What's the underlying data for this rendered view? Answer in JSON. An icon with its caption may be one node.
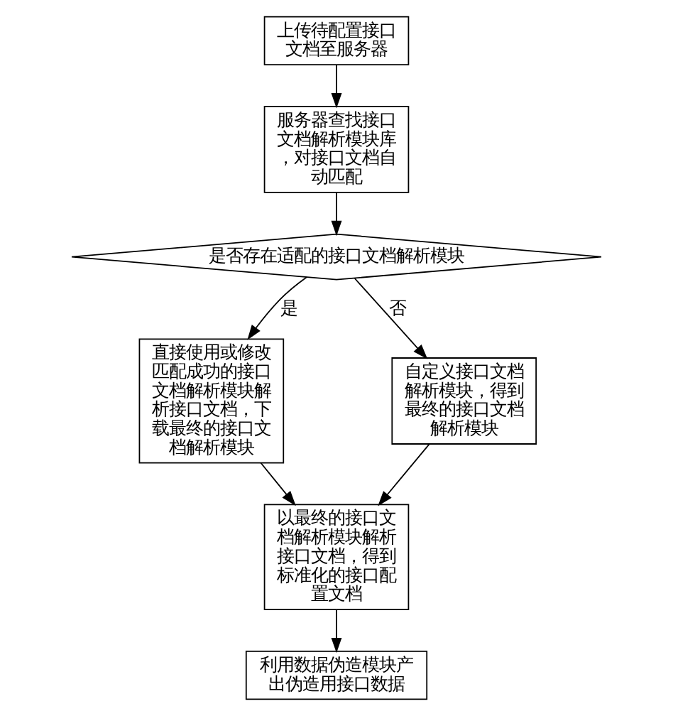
{
  "diagram": {
    "nodes": [
      {
        "text": [
          "上传待配置接口文档至服务器"
        ]
      },
      {
        "text": [
          "服务器查找接口文档解析模块库，对接口文档自动匹配"
        ]
      },
      {
        "text": [
          "是否存在适配的接口文档解析模块"
        ]
      },
      {
        "text": [
          "直接使用或修改匹配成功的接口文档解析模块解析接口文档，下载最终的接口文档解析模块"
        ]
      },
      {
        "text": [
          "自定义接口文档解析模块，得到最终的接口文档解析模块"
        ]
      },
      {
        "text": [
          "以最终的接口文档解析模块解析接口文档，得到标准化的接口配置文档"
        ]
      },
      {
        "text": [
          "利用数据伪造模块产出伪造用接口数据"
        ]
      }
    ],
    "edges": [
      {
        "from": 0,
        "to": 1,
        "arrow": "to"
      },
      {
        "from": 1,
        "to": 2,
        "arrow": "to"
      },
      {
        "from": 2,
        "to": 3,
        "arrow": "to",
        "label": "是"
      },
      {
        "from": 2,
        "to": 4,
        "arrow": "to",
        "label": "否"
      },
      {
        "from": 3,
        "to": 5,
        "arrow": "to"
      },
      {
        "from": 4,
        "to": 5,
        "arrow": "to"
      },
      {
        "from": 5,
        "to": 6,
        "arrow": "to"
      }
    ]
  }
}
